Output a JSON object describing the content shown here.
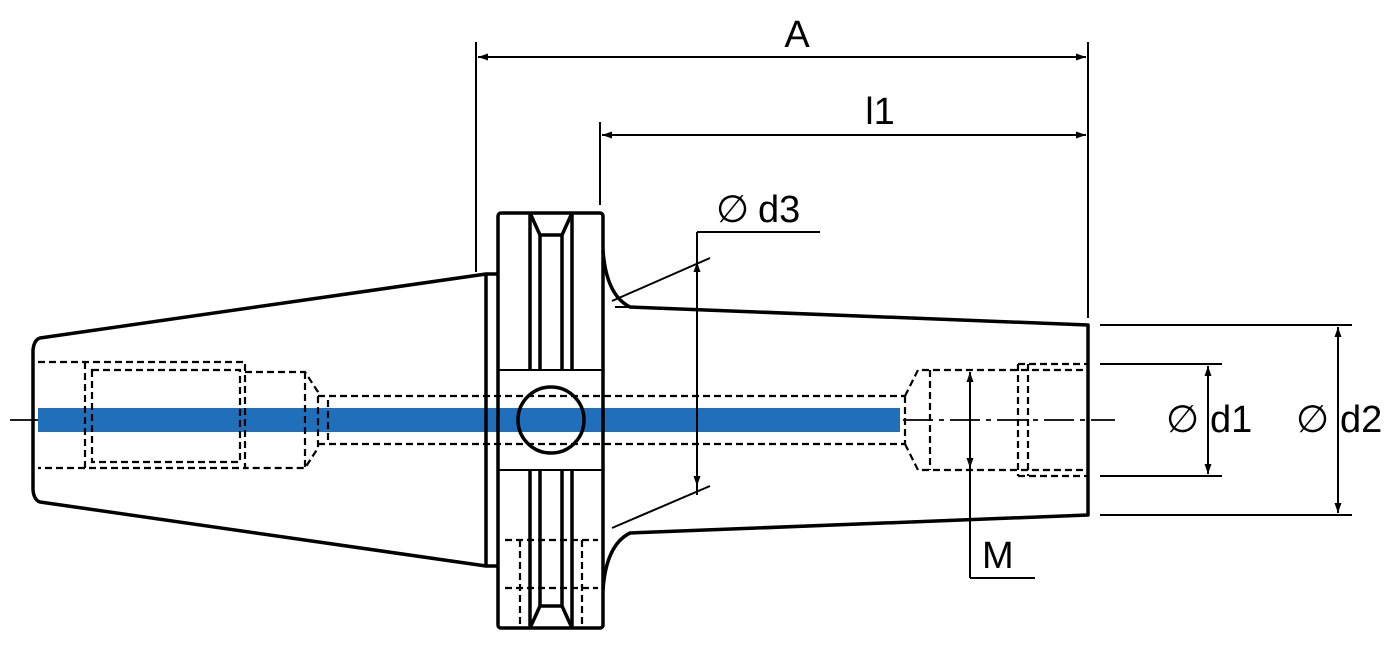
{
  "labels": {
    "A": "A",
    "l1": "l1",
    "d3": "d3",
    "d1": "d1",
    "d2": "d2",
    "M": "M",
    "diameter_symbol": "∅"
  },
  "colors": {
    "line": "#000000",
    "coolant_channel": "#1f6fba",
    "background": "#ffffff"
  }
}
